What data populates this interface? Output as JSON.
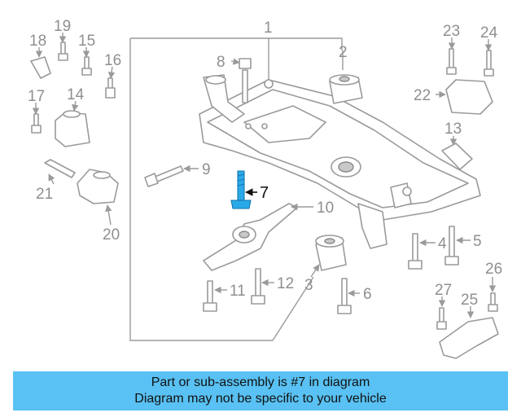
{
  "callouts": {
    "c1": "1",
    "c2": "2",
    "c3": "3",
    "c4": "4",
    "c5": "5",
    "c6": "6",
    "c7": "7",
    "c8": "8",
    "c9": "9",
    "c10": "10",
    "c11": "11",
    "c12": "12",
    "c13": "13",
    "c14": "14",
    "c15": "15",
    "c16": "16",
    "c17": "17",
    "c18": "18",
    "c19": "19",
    "c20": "20",
    "c21": "21",
    "c22": "22",
    "c23": "23",
    "c24": "24",
    "c25": "25",
    "c26": "26",
    "c27": "27"
  },
  "highlight_color": "#2aa9e8",
  "banner": {
    "line1": "Part or sub-assembly is #7 in diagram",
    "line2": "Diagram may not be specific to your vehicle",
    "background": "#59c1f3"
  }
}
